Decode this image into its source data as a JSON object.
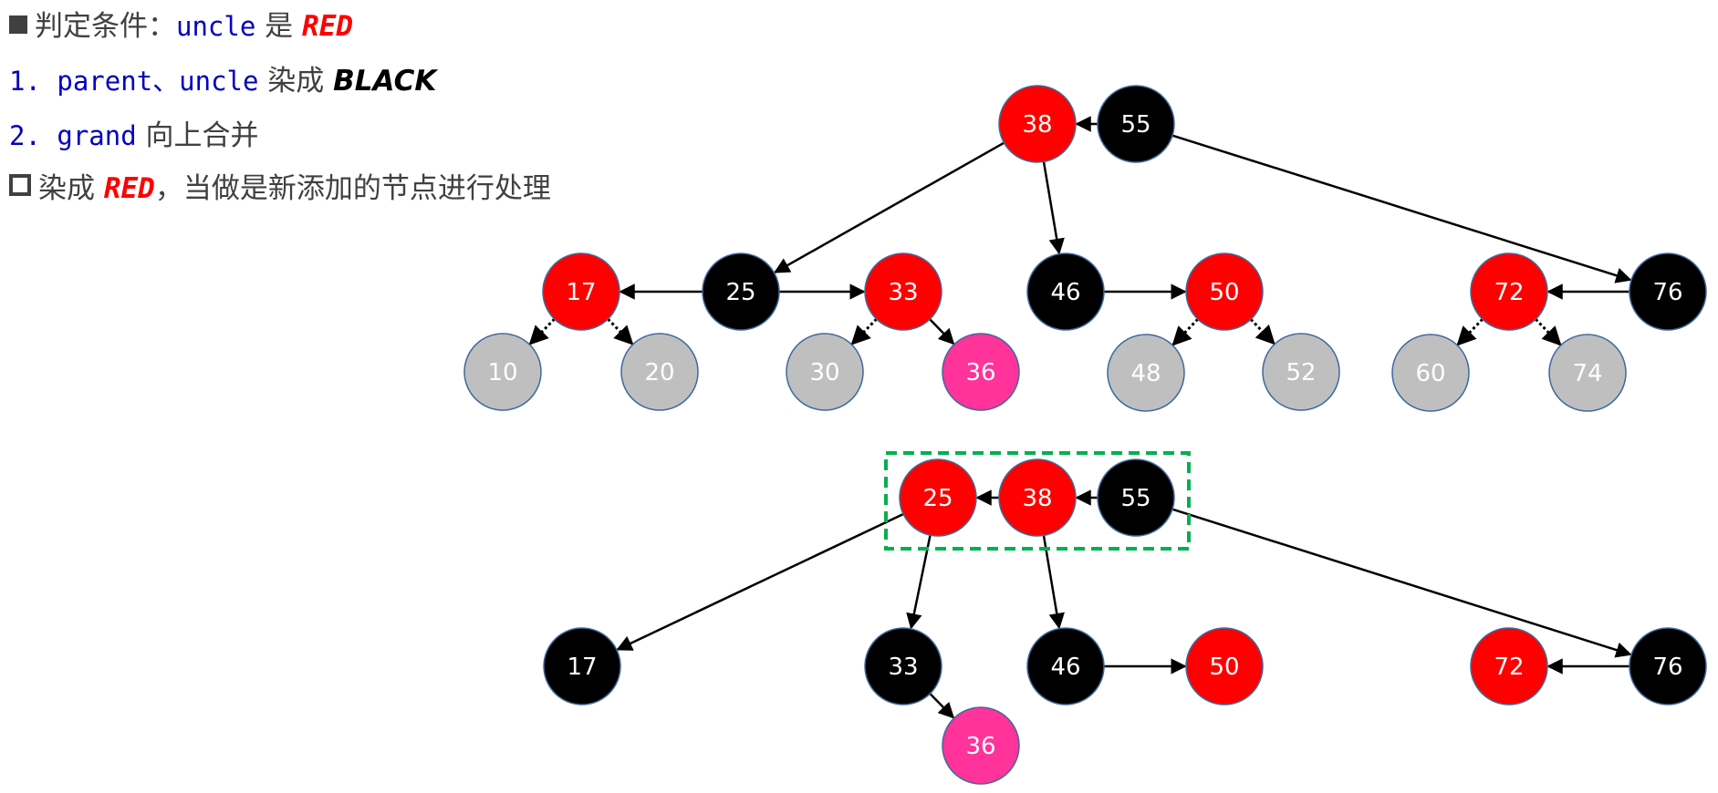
{
  "text": {
    "line1": {
      "prefix": "判定条件：",
      "code": "uncle",
      "mid": " 是 ",
      "em": "RED"
    },
    "line2": {
      "num": "1.",
      "code": "parent、uncle",
      "mid": " 染成 ",
      "em": "BLACK"
    },
    "line3": {
      "num": "2.",
      "code": "grand",
      "mid": " 向上合并"
    },
    "line4": {
      "prefix": "染成 ",
      "em": "RED",
      "suffix": "，当做是新添加的节点进行处理"
    }
  },
  "colors": {
    "red": "#ff0000",
    "black": "#000000",
    "gray": "#bfbfbf",
    "pink": "#ff3399",
    "accent": "#00b050"
  },
  "top_tree": {
    "nodes": [
      {
        "id": "t38",
        "label": "38",
        "color": "red"
      },
      {
        "id": "t55",
        "label": "55",
        "color": "black"
      },
      {
        "id": "t17",
        "label": "17",
        "color": "red"
      },
      {
        "id": "t25",
        "label": "25",
        "color": "black"
      },
      {
        "id": "t33",
        "label": "33",
        "color": "red"
      },
      {
        "id": "t46",
        "label": "46",
        "color": "black"
      },
      {
        "id": "t50",
        "label": "50",
        "color": "red"
      },
      {
        "id": "t72",
        "label": "72",
        "color": "red"
      },
      {
        "id": "t76",
        "label": "76",
        "color": "black"
      },
      {
        "id": "t10",
        "label": "10",
        "color": "gray"
      },
      {
        "id": "t20",
        "label": "20",
        "color": "gray"
      },
      {
        "id": "t30",
        "label": "30",
        "color": "gray"
      },
      {
        "id": "t36",
        "label": "36",
        "color": "pink"
      },
      {
        "id": "t48",
        "label": "48",
        "color": "gray"
      },
      {
        "id": "t52",
        "label": "52",
        "color": "gray"
      },
      {
        "id": "t60",
        "label": "60",
        "color": "gray"
      },
      {
        "id": "t74",
        "label": "74",
        "color": "gray"
      }
    ]
  },
  "bottom_tree": {
    "nodes": [
      {
        "id": "b25",
        "label": "25",
        "color": "red"
      },
      {
        "id": "b38",
        "label": "38",
        "color": "red"
      },
      {
        "id": "b55",
        "label": "55",
        "color": "black"
      },
      {
        "id": "b17",
        "label": "17",
        "color": "black"
      },
      {
        "id": "b33",
        "label": "33",
        "color": "black"
      },
      {
        "id": "b46",
        "label": "46",
        "color": "black"
      },
      {
        "id": "b50",
        "label": "50",
        "color": "red"
      },
      {
        "id": "b72",
        "label": "72",
        "color": "red"
      },
      {
        "id": "b76",
        "label": "76",
        "color": "black"
      },
      {
        "id": "b36",
        "label": "36",
        "color": "pink"
      }
    ]
  }
}
